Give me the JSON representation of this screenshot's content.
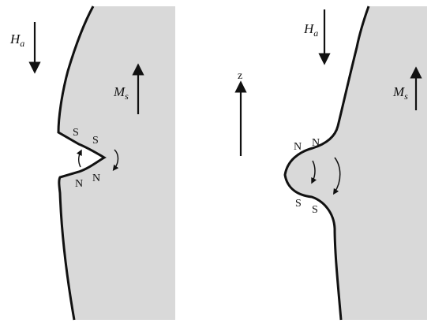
{
  "left_panel": {
    "field_label": "H",
    "field_label_sub": "a",
    "magnetization_label": "M",
    "magnetization_label_sub": "s",
    "poles_top": [
      "S",
      "S"
    ],
    "poles_bottom": [
      "N",
      "N"
    ]
  },
  "right_panel": {
    "field_label": "H",
    "field_label_sub": "a",
    "magnetization_label": "M",
    "magnetization_label_sub": "s",
    "poles_top": [
      "N",
      "N"
    ],
    "poles_bottom": [
      "S",
      "S"
    ]
  },
  "axis": {
    "label": "z"
  },
  "colors": {
    "domain_fill": "#d9d9d9",
    "stroke": "#111111"
  }
}
